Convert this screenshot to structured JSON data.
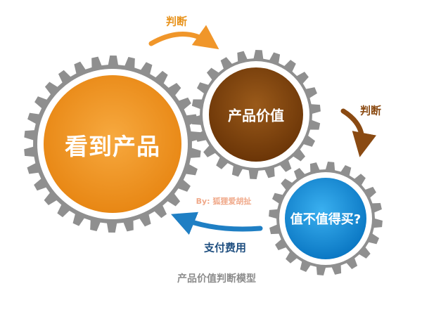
{
  "gears": {
    "large": {
      "label": "看到产品",
      "color": "#f0962a"
    },
    "medium": {
      "label": "产品价值",
      "color": "#8a4d10"
    },
    "small": {
      "label": "值不值得买?",
      "color": "#1a8fd6"
    },
    "teeth_color": "#8f8f8f"
  },
  "arrows": {
    "top": {
      "label": "判断",
      "color": "#f0962a"
    },
    "right": {
      "label": "判断",
      "color": "#8a4a12"
    },
    "bottom": {
      "label": "支付费用",
      "color": "#1f7fc4"
    }
  },
  "credit": "By: 狐狸爱胡扯",
  "caption": "产品价值判断模型"
}
